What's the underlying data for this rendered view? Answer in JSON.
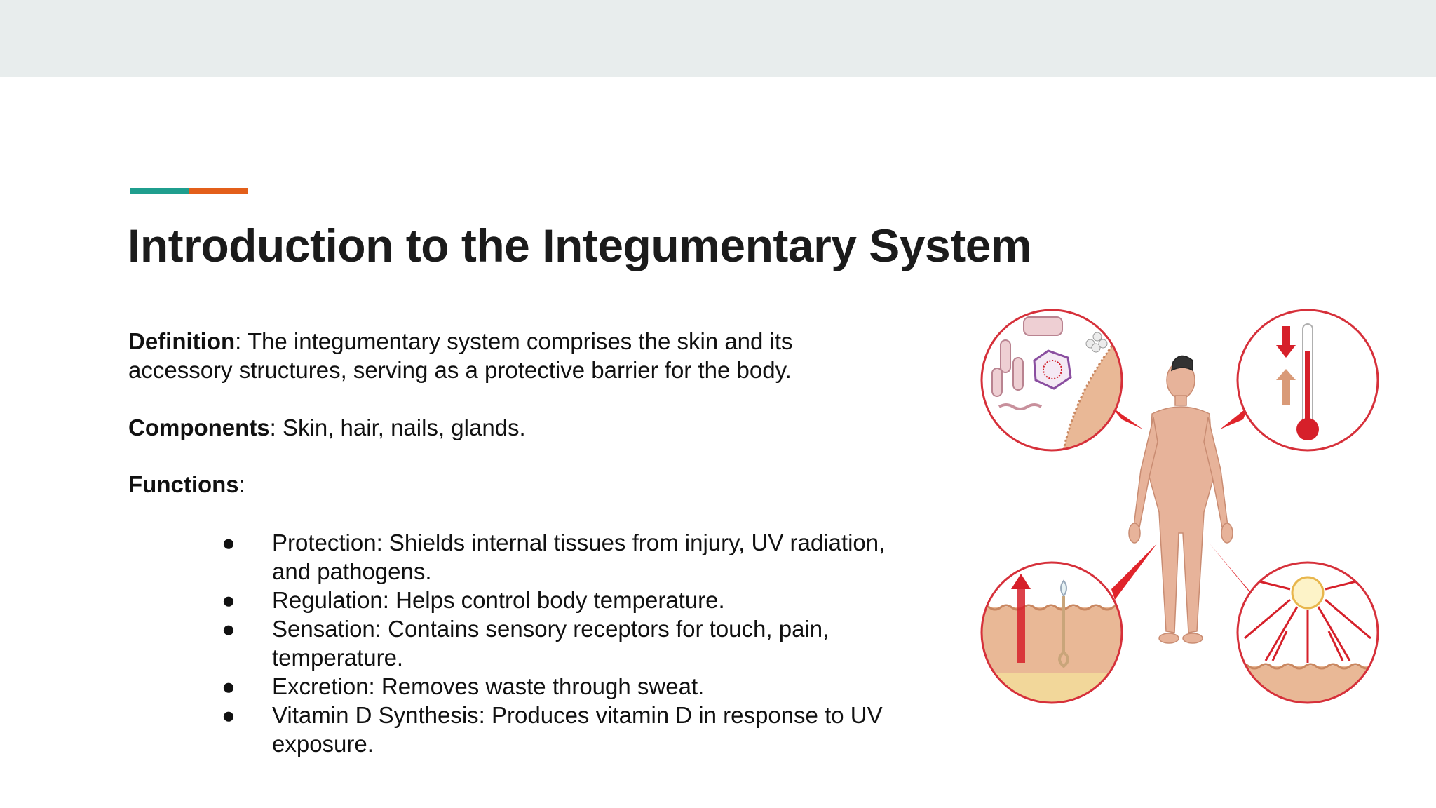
{
  "colors": {
    "teal": "#1f9e8e",
    "orange": "#e35f1a",
    "header_band": "#e8eded",
    "text": "#111111"
  },
  "slide": {
    "title": "Introduction to the Integumentary System",
    "definition": {
      "label": "Definition",
      "text": ": The integumentary system comprises the skin and its accessory structures, serving as a protective barrier for the body."
    },
    "components": {
      "label": "Components",
      "text": ": Skin, hair, nails, glands."
    },
    "functions": {
      "label": "Functions",
      "text": ":",
      "bullet_glyph": "●",
      "items": [
        "Protection: Shields internal tissues from injury, UV radiation, and pathogens.",
        "Regulation: Helps control body temperature.",
        "Sensation: Contains sensory receptors for touch, pain, temperature.",
        "Excretion: Removes waste through sweat.",
        "Vitamin D Synthesis: Produces vitamin D in response to UV exposure."
      ]
    }
  },
  "illustration": {
    "icons": [
      "pathogen-barrier-icon",
      "thermometer-icon",
      "sweat-excretion-icon",
      "uv-sun-icon",
      "human-body-figure"
    ]
  }
}
